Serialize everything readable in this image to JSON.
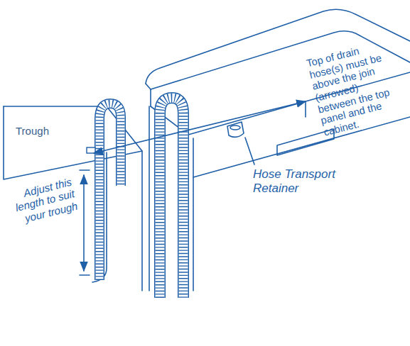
{
  "diagram": {
    "labels": [
      "Trough",
      "Adjust this length to suit your trough",
      "Top of drain hose(s) must be above the join (arrowed) between the top panel and the cabinet.",
      "Hose Transport Retainer"
    ]
  }
}
